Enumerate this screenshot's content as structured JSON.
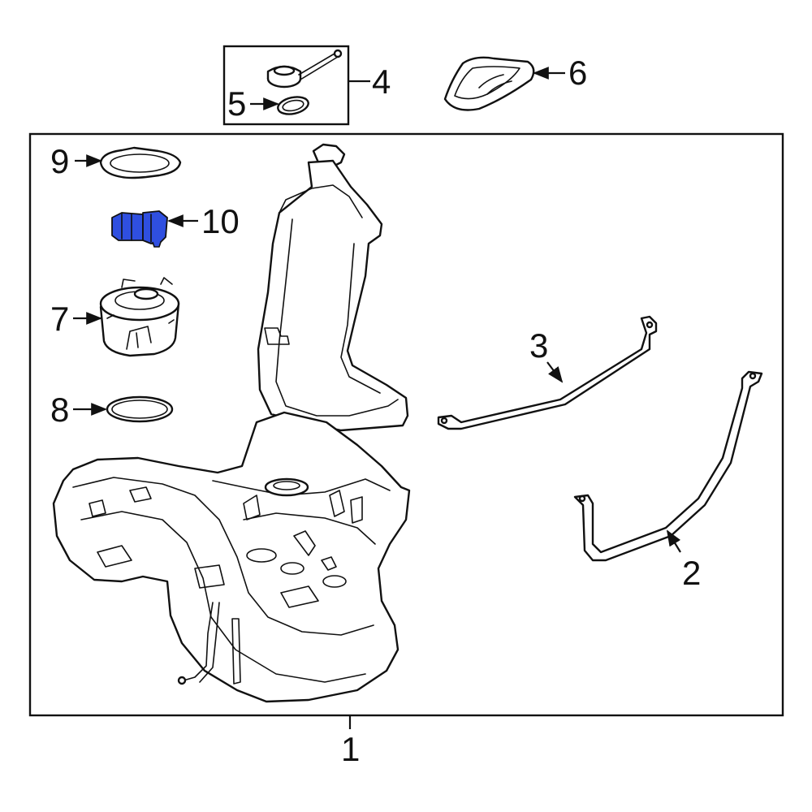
{
  "diagram": {
    "colors": {
      "line": "#111111",
      "background": "#ffffff",
      "highlight": "#2f4fe0"
    },
    "callouts": {
      "c1": "1",
      "c2": "2",
      "c3": "3",
      "c4": "4",
      "c5": "5",
      "c6": "6",
      "c7": "7",
      "c8": "8",
      "c9": "9",
      "c10": "10"
    }
  }
}
